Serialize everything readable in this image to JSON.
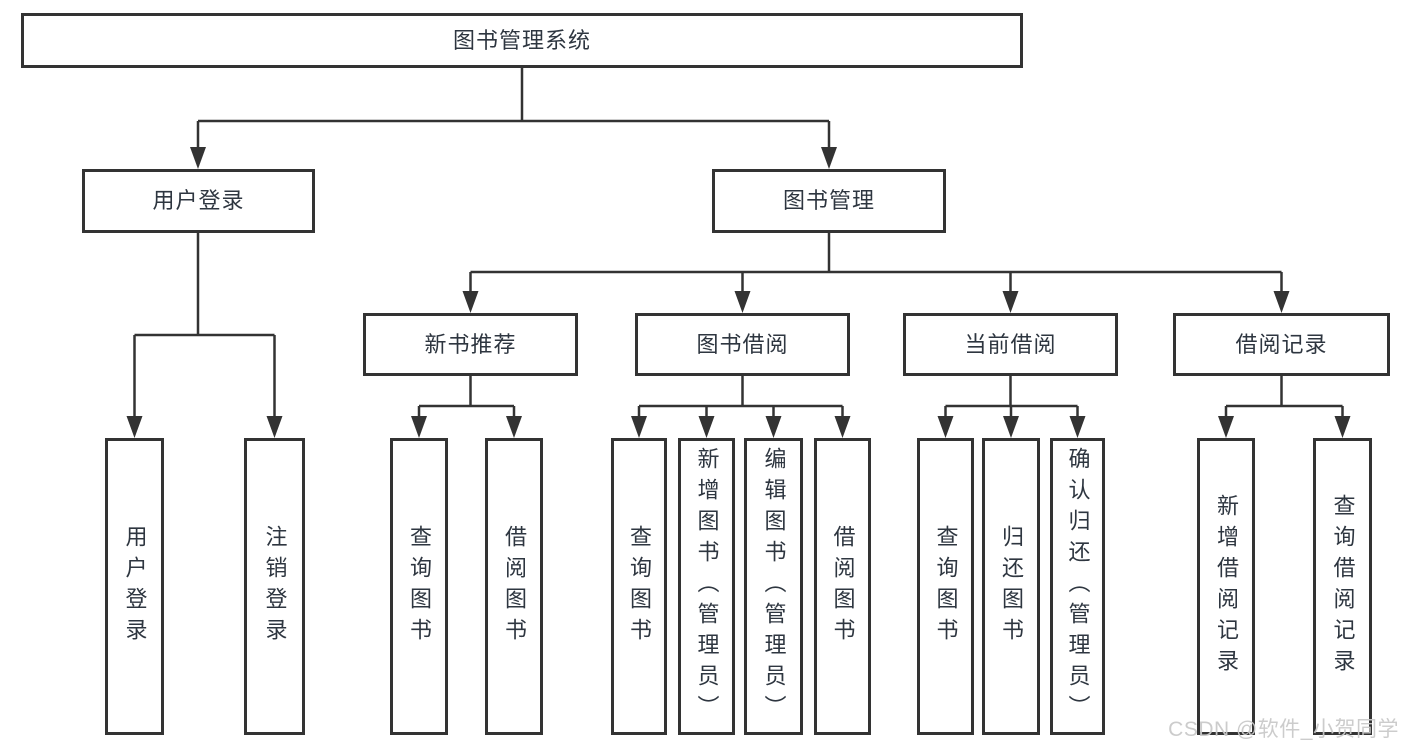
{
  "diagram": {
    "type": "hierarchy-tree",
    "tree": {
      "label": "图书管理系统",
      "children": [
        {
          "label": "用户登录",
          "children": [
            {
              "label": "用户登录"
            },
            {
              "label": "注销登录"
            }
          ]
        },
        {
          "label": "图书管理",
          "children": [
            {
              "label": "新书推荐",
              "children": [
                {
                  "label": "查询图书"
                },
                {
                  "label": "借阅图书"
                }
              ]
            },
            {
              "label": "图书借阅",
              "children": [
                {
                  "label": "查询图书"
                },
                {
                  "label": "新增图书（管理员）"
                },
                {
                  "label": "编辑图书（管理员）"
                },
                {
                  "label": "借阅图书"
                }
              ]
            },
            {
              "label": "当前借阅",
              "children": [
                {
                  "label": "查询图书"
                },
                {
                  "label": "归还图书"
                },
                {
                  "label": "确认归还（管理员）"
                }
              ]
            },
            {
              "label": "借阅记录",
              "children": [
                {
                  "label": "新增借阅记录"
                },
                {
                  "label": "查询借阅记录"
                }
              ]
            }
          ]
        }
      ]
    },
    "colors": {
      "line": "#333333",
      "box_border": "#333333",
      "box_fill": "#ffffff",
      "text": "#2e3640",
      "background": "#ffffff",
      "watermark": "#c9c9c9"
    }
  },
  "watermark": {
    "text": "CSDN @软件_小贺同学"
  }
}
